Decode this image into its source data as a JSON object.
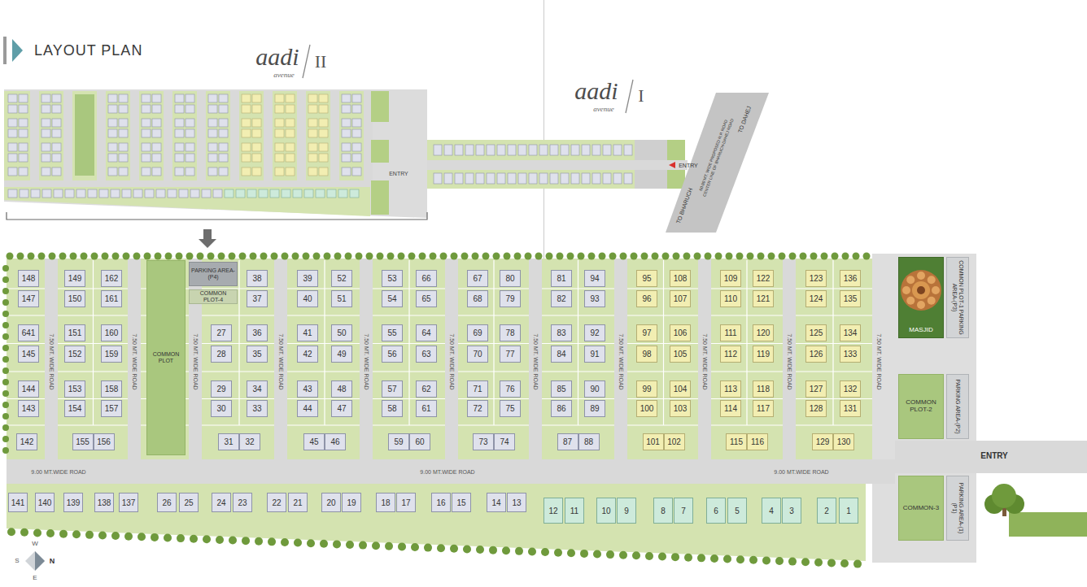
{
  "diagram": {
    "nodes": [
      {
        "text": [
          "COMMON PLOT"
        ]
      },
      {
        "text": [
          "PARKING AREA-(P4)"
        ]
      },
      {
        "text": [
          "COMMON PLOT-4"
        ]
      },
      {
        "text": [
          "MASJID"
        ]
      },
      {
        "text": [
          "COMMON PLOT-1 PARKING AREA-(P3)"
        ]
      },
      {
        "text": [
          "COMMON PLOT-2"
        ]
      },
      {
        "text": [
          "PARKING AREA-(P2)"
        ]
      },
      {
        "text": [
          "COMMON-3"
        ]
      },
      {
        "text": [
          "PARKING AREA-(1)(P1)"
        ]
      },
      {
        "text": [
          "148"
        ]
      },
      {
        "text": [
          "147"
        ]
      },
      {
        "text": [
          "641"
        ]
      },
      {
        "text": [
          "145"
        ]
      },
      {
        "text": [
          "144"
        ]
      },
      {
        "text": [
          "143"
        ]
      },
      {
        "text": [
          "142"
        ]
      },
      {
        "text": [
          "149"
        ]
      },
      {
        "text": [
          "150"
        ]
      },
      {
        "text": [
          "151"
        ]
      },
      {
        "text": [
          "152"
        ]
      },
      {
        "text": [
          "153"
        ]
      },
      {
        "text": [
          "154"
        ]
      },
      {
        "text": [
          "155"
        ]
      },
      {
        "text": [
          "162"
        ]
      },
      {
        "text": [
          "161"
        ]
      },
      {
        "text": [
          "160"
        ]
      },
      {
        "text": [
          "159"
        ]
      },
      {
        "text": [
          "158"
        ]
      },
      {
        "text": [
          "157"
        ]
      },
      {
        "text": [
          "156"
        ]
      },
      {
        "text": [
          "27"
        ]
      },
      {
        "text": [
          "28"
        ]
      },
      {
        "text": [
          "29"
        ]
      },
      {
        "text": [
          "30"
        ]
      },
      {
        "text": [
          "31"
        ]
      },
      {
        "text": [
          "38"
        ]
      },
      {
        "text": [
          "37"
        ]
      },
      {
        "text": [
          "36"
        ]
      },
      {
        "text": [
          "35"
        ]
      },
      {
        "text": [
          "34"
        ]
      },
      {
        "text": [
          "33"
        ]
      },
      {
        "text": [
          "32"
        ]
      },
      {
        "text": [
          "39"
        ]
      },
      {
        "text": [
          "40"
        ]
      },
      {
        "text": [
          "41"
        ]
      },
      {
        "text": [
          "42"
        ]
      },
      {
        "text": [
          "43"
        ]
      },
      {
        "text": [
          "44"
        ]
      },
      {
        "text": [
          "45"
        ]
      },
      {
        "text": [
          "52"
        ]
      },
      {
        "text": [
          "51"
        ]
      },
      {
        "text": [
          "50"
        ]
      },
      {
        "text": [
          "49"
        ]
      },
      {
        "text": [
          "48"
        ]
      },
      {
        "text": [
          "47"
        ]
      },
      {
        "text": [
          "46"
        ]
      },
      {
        "text": [
          "53"
        ]
      },
      {
        "text": [
          "54"
        ]
      },
      {
        "text": [
          "55"
        ]
      },
      {
        "text": [
          "56"
        ]
      },
      {
        "text": [
          "57"
        ]
      },
      {
        "text": [
          "58"
        ]
      },
      {
        "text": [
          "59"
        ]
      },
      {
        "text": [
          "66"
        ]
      },
      {
        "text": [
          "65"
        ]
      },
      {
        "text": [
          "64"
        ]
      },
      {
        "text": [
          "63"
        ]
      },
      {
        "text": [
          "62"
        ]
      },
      {
        "text": [
          "61"
        ]
      },
      {
        "text": [
          "60"
        ]
      },
      {
        "text": [
          "67"
        ]
      },
      {
        "text": [
          "68"
        ]
      },
      {
        "text": [
          "69"
        ]
      },
      {
        "text": [
          "70"
        ]
      },
      {
        "text": [
          "71"
        ]
      },
      {
        "text": [
          "72"
        ]
      },
      {
        "text": [
          "73"
        ]
      },
      {
        "text": [
          "80"
        ]
      },
      {
        "text": [
          "79"
        ]
      },
      {
        "text": [
          "78"
        ]
      },
      {
        "text": [
          "77"
        ]
      },
      {
        "text": [
          "76"
        ]
      },
      {
        "text": [
          "75"
        ]
      },
      {
        "text": [
          "74"
        ]
      },
      {
        "text": [
          "81"
        ]
      },
      {
        "text": [
          "82"
        ]
      },
      {
        "text": [
          "83"
        ]
      },
      {
        "text": [
          "84"
        ]
      },
      {
        "text": [
          "85"
        ]
      },
      {
        "text": [
          "86"
        ]
      },
      {
        "text": [
          "87"
        ]
      },
      {
        "text": [
          "94"
        ]
      },
      {
        "text": [
          "93"
        ]
      },
      {
        "text": [
          "92"
        ]
      },
      {
        "text": [
          "91"
        ]
      },
      {
        "text": [
          "90"
        ]
      },
      {
        "text": [
          "89"
        ]
      },
      {
        "text": [
          "88"
        ]
      },
      {
        "text": [
          "95"
        ]
      },
      {
        "text": [
          "96"
        ]
      },
      {
        "text": [
          "97"
        ]
      },
      {
        "text": [
          "98"
        ]
      },
      {
        "text": [
          "99"
        ]
      },
      {
        "text": [
          "100"
        ]
      },
      {
        "text": [
          "101"
        ]
      },
      {
        "text": [
          "108"
        ]
      },
      {
        "text": [
          "107"
        ]
      },
      {
        "text": [
          "106"
        ]
      },
      {
        "text": [
          "105"
        ]
      },
      {
        "text": [
          "104"
        ]
      },
      {
        "text": [
          "103"
        ]
      },
      {
        "text": [
          "102"
        ]
      },
      {
        "text": [
          "109"
        ]
      },
      {
        "text": [
          "110"
        ]
      },
      {
        "text": [
          "111"
        ]
      },
      {
        "text": [
          "112"
        ]
      },
      {
        "text": [
          "113"
        ]
      },
      {
        "text": [
          "114"
        ]
      },
      {
        "text": [
          "115"
        ]
      },
      {
        "text": [
          "122"
        ]
      },
      {
        "text": [
          "121"
        ]
      },
      {
        "text": [
          "120"
        ]
      },
      {
        "text": [
          "119"
        ]
      },
      {
        "text": [
          "118"
        ]
      },
      {
        "text": [
          "117"
        ]
      },
      {
        "text": [
          "116"
        ]
      },
      {
        "text": [
          "123"
        ]
      },
      {
        "text": [
          "124"
        ]
      },
      {
        "text": [
          "125"
        ]
      },
      {
        "text": [
          "126"
        ]
      },
      {
        "text": [
          "127"
        ]
      },
      {
        "text": [
          "128"
        ]
      },
      {
        "text": [
          "129"
        ]
      },
      {
        "text": [
          "136"
        ]
      },
      {
        "text": [
          "135"
        ]
      },
      {
        "text": [
          "134"
        ]
      },
      {
        "text": [
          "133"
        ]
      },
      {
        "text": [
          "132"
        ]
      },
      {
        "text": [
          "131"
        ]
      },
      {
        "text": [
          "130"
        ]
      },
      {
        "text": [
          "141"
        ]
      },
      {
        "text": [
          "140"
        ]
      },
      {
        "text": [
          "139"
        ]
      },
      {
        "text": [
          "138"
        ]
      },
      {
        "text": [
          "137"
        ]
      },
      {
        "text": [
          "26"
        ]
      },
      {
        "text": [
          "25"
        ]
      },
      {
        "text": [
          "24"
        ]
      },
      {
        "text": [
          "23"
        ]
      },
      {
        "text": [
          "22"
        ]
      },
      {
        "text": [
          "21"
        ]
      },
      {
        "text": [
          "20"
        ]
      },
      {
        "text": [
          "19"
        ]
      },
      {
        "text": [
          "18"
        ]
      },
      {
        "text": [
          "17"
        ]
      },
      {
        "text": [
          "16"
        ]
      },
      {
        "text": [
          "15"
        ]
      },
      {
        "text": [
          "14"
        ]
      },
      {
        "text": [
          "13"
        ]
      },
      {
        "text": [
          "12"
        ]
      },
      {
        "text": [
          "11"
        ]
      },
      {
        "text": [
          "10"
        ]
      },
      {
        "text": [
          "9"
        ]
      },
      {
        "text": [
          "8"
        ]
      },
      {
        "text": [
          "7"
        ]
      },
      {
        "text": [
          "6"
        ]
      },
      {
        "text": [
          "5"
        ]
      },
      {
        "text": [
          "4"
        ]
      },
      {
        "text": [
          "3"
        ]
      },
      {
        "text": [
          "2"
        ]
      },
      {
        "text": [
          "1"
        ]
      }
    ],
    "labels": [
      "LAYOUT PLAN",
      "aadi",
      "avenue",
      "II",
      "ENTRY",
      "aadi",
      "avenue",
      "I",
      "ENTRY",
      "TO DAHEJ",
      "TO BHARUCH",
      "60.00 MT. WIDE PROPOSED R.P. ROAD",
      "CENTER LINE OF BHARUCH-DAHEJ ROAD",
      "7.50 MT. WIDE ROAD",
      "7.50 MT. WIDE ROAD",
      "7.50 MT. WIDE ROAD",
      "7.50 MT. WIDE ROAD",
      "7.50 MT. WIDE ROAD",
      "7.50 MT. WIDE ROAD",
      "7.50 MT. WIDE ROAD",
      "7.50 MT. WIDE ROAD",
      "7.50 MT. WIDE ROAD",
      "7.50 MT. WIDE ROAD",
      "7.50 MT. WIDE ROAD",
      "9.00 MT.WIDE ROAD",
      "9.00 MT.WIDE ROAD",
      "9.00 MT.WIDE ROAD",
      "ENTRY",
      "W",
      "S",
      "N",
      "E"
    ]
  }
}
